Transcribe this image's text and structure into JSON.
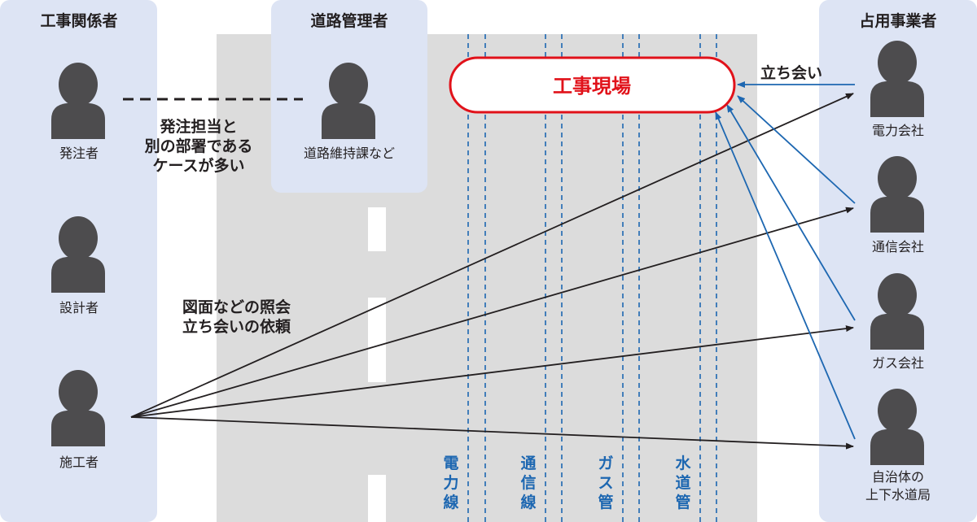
{
  "columns": {
    "left_title": "工事関係者",
    "middle_title": "道路管理者",
    "right_title": "占用事業者"
  },
  "people": {
    "orderer": "発注者",
    "designer": "設計者",
    "constructor": "施工者",
    "road_dept": "道路維持課など"
  },
  "utility_companies": [
    "電力会社",
    "通信会社",
    "ガス会社",
    "自治体の",
    "上下水道局"
  ],
  "notes": {
    "orderer_note": [
      "発注担当と",
      "別の部署である",
      "ケースが多い"
    ],
    "inquiry_note": [
      "図面などの照会",
      "立ち会いの依頼"
    ],
    "witness_label": "立ち会い"
  },
  "site": {
    "label": "工事現場"
  },
  "pipelines": [
    [
      "電",
      "力",
      "線"
    ],
    [
      "通",
      "信",
      "線"
    ],
    [
      "ガ",
      "ス",
      "管"
    ],
    [
      "水",
      "道",
      "管"
    ]
  ],
  "colors": {
    "panel": "#dde4f4",
    "road": "#dcdcdc",
    "person": "#4d4c4e",
    "site_red": "#e1121a",
    "line_blue": "#1d67b1",
    "arrow_dark": "#231f20"
  }
}
